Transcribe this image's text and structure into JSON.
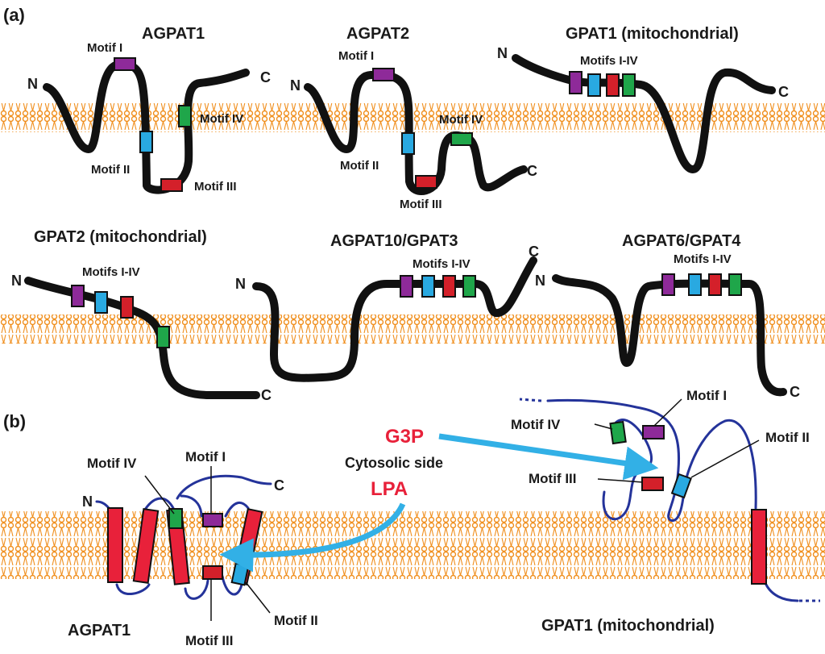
{
  "colors": {
    "membrane": "#f08f1e",
    "motif_I": "#8e2a99",
    "motif_II": "#29a9e1",
    "motif_III": "#d4202a",
    "motif_IV": "#1fa64a",
    "helix": "#e8213a",
    "loop": "#24339a",
    "arrow": "#32b0e6",
    "substrate_text": "#e8213a"
  },
  "panel_a": {
    "label": "(a)",
    "proteins": [
      {
        "name": "AGPAT1",
        "n_term": "N",
        "c_term": "C",
        "motif_labels": [
          "Motif I",
          "Motif II",
          "Motif III",
          "Motif IV"
        ]
      },
      {
        "name": "AGPAT2",
        "n_term": "N",
        "c_term": "C",
        "motif_labels": [
          "Motif I",
          "Motif II",
          "Motif III",
          "Motif IV"
        ]
      },
      {
        "name": "GPAT1 (mitochondrial)",
        "n_term": "N",
        "c_term": "C",
        "motif_labels": [
          "Motifs I-IV"
        ]
      },
      {
        "name": "GPAT2 (mitochondrial)",
        "n_term": "N",
        "c_term": "C",
        "motif_labels": [
          "Motifs I-IV"
        ]
      },
      {
        "name": "AGPAT10/GPAT3",
        "n_term": "N",
        "c_term": "C",
        "motif_labels": [
          "Motifs I-IV"
        ]
      },
      {
        "name": "AGPAT6/GPAT4",
        "n_term": "N",
        "c_term": "C",
        "motif_labels": [
          "Motifs I-IV"
        ]
      }
    ]
  },
  "panel_b": {
    "label": "(b)",
    "left_protein": {
      "name": "AGPAT1",
      "n_term": "N",
      "c_term": "C",
      "motif_labels": [
        "Motif IV",
        "Motif I",
        "Motif III",
        "Motif II"
      ]
    },
    "right_protein": {
      "name": "GPAT1 (mitochondrial)",
      "motif_labels": [
        "Motif I",
        "Motif IV",
        "Motif II",
        "Motif III"
      ]
    },
    "substrate": "G3P",
    "product": "LPA",
    "side_label": "Cytosolic side"
  }
}
